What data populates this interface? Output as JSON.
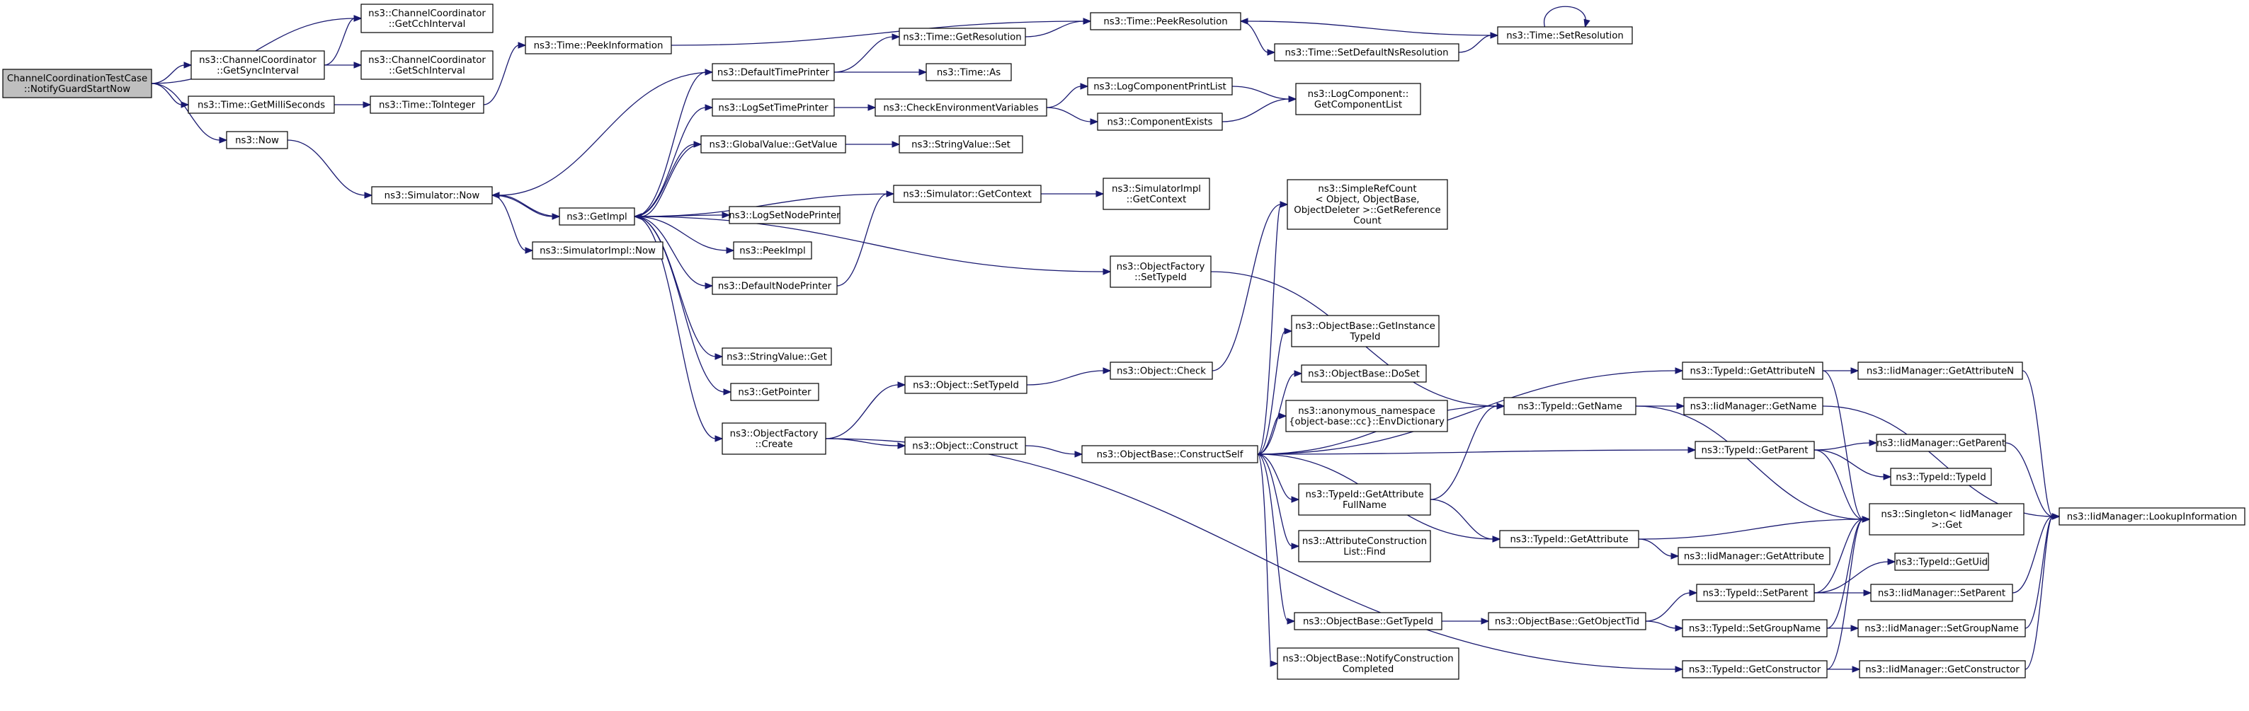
{
  "graph": {
    "nodes": [
      {
        "id": "root",
        "label": [
          "ChannelCoordinationTestCase",
          "::NotifyGuardStartNow"
        ],
        "root": true
      },
      {
        "id": "ccGetCch",
        "label": [
          "ns3::ChannelCoordinator",
          "::GetCchInterval"
        ]
      },
      {
        "id": "ccGetSync",
        "label": [
          "ns3::ChannelCoordinator",
          "::GetSyncInterval"
        ]
      },
      {
        "id": "ccGetSch",
        "label": [
          "ns3::ChannelCoordinator",
          "::GetSchInterval"
        ]
      },
      {
        "id": "getMilli",
        "label": [
          "ns3::Time::GetMilliSeconds"
        ]
      },
      {
        "id": "toInteger",
        "label": [
          "ns3::Time::ToInteger"
        ]
      },
      {
        "id": "now",
        "label": [
          "ns3::Now"
        ]
      },
      {
        "id": "peekInfo",
        "label": [
          "ns3::Time::PeekInformation"
        ]
      },
      {
        "id": "simNow",
        "label": [
          "ns3::Simulator::Now"
        ]
      },
      {
        "id": "getImpl",
        "label": [
          "ns3::GetImpl"
        ]
      },
      {
        "id": "simImplNow",
        "label": [
          "ns3::SimulatorImpl::Now"
        ]
      },
      {
        "id": "defTimePrinter",
        "label": [
          "ns3::DefaultTimePrinter"
        ]
      },
      {
        "id": "getRes",
        "label": [
          "ns3::Time::GetResolution"
        ]
      },
      {
        "id": "timeAs",
        "label": [
          "ns3::Time::As"
        ]
      },
      {
        "id": "peekRes",
        "label": [
          "ns3::Time::PeekResolution"
        ]
      },
      {
        "id": "setDefRes",
        "label": [
          "ns3::Time::SetDefaultNsResolution"
        ]
      },
      {
        "id": "setRes",
        "label": [
          "ns3::Time::SetResolution"
        ]
      },
      {
        "id": "logSetTime",
        "label": [
          "ns3::LogSetTimePrinter"
        ]
      },
      {
        "id": "checkEnv",
        "label": [
          "ns3::CheckEnvironmentVariables"
        ]
      },
      {
        "id": "logCompPrint",
        "label": [
          "ns3::LogComponentPrintList"
        ]
      },
      {
        "id": "compExists",
        "label": [
          "ns3::ComponentExists"
        ]
      },
      {
        "id": "getCompList",
        "label": [
          "ns3::LogComponent::",
          "GetComponentList"
        ]
      },
      {
        "id": "gvGetValue",
        "label": [
          "ns3::GlobalValue::GetValue"
        ]
      },
      {
        "id": "svSet",
        "label": [
          "ns3::StringValue::Set"
        ]
      },
      {
        "id": "simGetCtx",
        "label": [
          "ns3::Simulator::GetContext"
        ]
      },
      {
        "id": "simImplGetCtx",
        "label": [
          "ns3::SimulatorImpl",
          "::GetContext"
        ]
      },
      {
        "id": "logSetNode",
        "label": [
          "ns3::LogSetNodePrinter"
        ]
      },
      {
        "id": "peekImpl",
        "label": [
          "ns3::PeekImpl"
        ]
      },
      {
        "id": "defNodePrinter",
        "label": [
          "ns3::DefaultNodePrinter"
        ]
      },
      {
        "id": "refCount",
        "label": [
          "ns3::SimpleRefCount",
          "< Object, ObjectBase,",
          "ObjectDeleter >::GetReference",
          "Count"
        ]
      },
      {
        "id": "ofSetTypeId",
        "label": [
          "ns3::ObjectFactory",
          "::SetTypeId"
        ]
      },
      {
        "id": "svGet",
        "label": [
          "ns3::StringValue::Get"
        ]
      },
      {
        "id": "getPointer",
        "label": [
          "ns3::GetPointer"
        ]
      },
      {
        "id": "objSetTypeId",
        "label": [
          "ns3::Object::SetTypeId"
        ]
      },
      {
        "id": "objCheck",
        "label": [
          "ns3::Object::Check"
        ]
      },
      {
        "id": "ofCreate",
        "label": [
          "ns3::ObjectFactory",
          "::Create"
        ]
      },
      {
        "id": "objConstruct",
        "label": [
          "ns3::Object::Construct"
        ]
      },
      {
        "id": "obConstructSelf",
        "label": [
          "ns3::ObjectBase::ConstructSelf"
        ]
      },
      {
        "id": "obGetInstTid",
        "label": [
          "ns3::ObjectBase::GetInstance",
          "TypeId"
        ]
      },
      {
        "id": "obDoSet",
        "label": [
          "ns3::ObjectBase::DoSet"
        ]
      },
      {
        "id": "anonEnvDict",
        "label": [
          "ns3::anonymous_namespace",
          "{object-base::cc}::EnvDictionary"
        ]
      },
      {
        "id": "tidGetAttrFullName",
        "label": [
          "ns3::TypeId::GetAttribute",
          "FullName"
        ]
      },
      {
        "id": "acListFind",
        "label": [
          "ns3::AttributeConstruction",
          "List::Find"
        ]
      },
      {
        "id": "obGetTid",
        "label": [
          "ns3::ObjectBase::GetTypeId"
        ]
      },
      {
        "id": "obNotifyConstr",
        "label": [
          "ns3::ObjectBase::NotifyConstruction",
          "Completed"
        ]
      },
      {
        "id": "tidGetName",
        "label": [
          "ns3::TypeId::GetName"
        ]
      },
      {
        "id": "tidGetAttr",
        "label": [
          "ns3::TypeId::GetAttribute"
        ]
      },
      {
        "id": "obGetObjTid",
        "label": [
          "ns3::ObjectBase::GetObjectTid"
        ]
      },
      {
        "id": "tidGetAttrN",
        "label": [
          "ns3::TypeId::GetAttributeN"
        ]
      },
      {
        "id": "iidGetName",
        "label": [
          "ns3::IidManager::GetName"
        ]
      },
      {
        "id": "tidGetParent",
        "label": [
          "ns3::TypeId::GetParent"
        ]
      },
      {
        "id": "iidGetAttr",
        "label": [
          "ns3::IidManager::GetAttribute"
        ]
      },
      {
        "id": "tidSetParent",
        "label": [
          "ns3::TypeId::SetParent"
        ]
      },
      {
        "id": "tidSetGroupName",
        "label": [
          "ns3::TypeId::SetGroupName"
        ]
      },
      {
        "id": "tidGetConstructor",
        "label": [
          "ns3::TypeId::GetConstructor"
        ]
      },
      {
        "id": "iidGetAttrN",
        "label": [
          "ns3::IidManager::GetAttributeN"
        ]
      },
      {
        "id": "iidGetParent",
        "label": [
          "ns3::IidManager::GetParent"
        ]
      },
      {
        "id": "tidTypeId",
        "label": [
          "ns3::TypeId::TypeId"
        ]
      },
      {
        "id": "singletonGet",
        "label": [
          "ns3::Singleton< IidManager",
          ">::Get"
        ]
      },
      {
        "id": "tidGetUid",
        "label": [
          "ns3::TypeId::GetUid"
        ]
      },
      {
        "id": "iidSetParent",
        "label": [
          "ns3::IidManager::SetParent"
        ]
      },
      {
        "id": "iidSetGroupName",
        "label": [
          "ns3::IidManager::SetGroupName"
        ]
      },
      {
        "id": "iidGetConstructor",
        "label": [
          "ns3::IidManager::GetConstructor"
        ]
      },
      {
        "id": "iidLookup",
        "label": [
          "ns3::IidManager::LookupInformation"
        ]
      }
    ],
    "edges": [
      [
        "root",
        "ccGetCch"
      ],
      [
        "root",
        "ccGetSync"
      ],
      [
        "root",
        "getMilli"
      ],
      [
        "root",
        "now"
      ],
      [
        "ccGetSync",
        "ccGetCch"
      ],
      [
        "ccGetSync",
        "ccGetSch"
      ],
      [
        "getMilli",
        "toInteger"
      ],
      [
        "toInteger",
        "peekInfo"
      ],
      [
        "peekInfo",
        "peekRes"
      ],
      [
        "now",
        "simNow"
      ],
      [
        "simNow",
        "getImpl"
      ],
      [
        "simNow",
        "simImplNow"
      ],
      [
        "getImpl",
        "simNow"
      ],
      [
        "getImpl",
        "defTimePrinter"
      ],
      [
        "getImpl",
        "logSetTime"
      ],
      [
        "getImpl",
        "gvGetValue"
      ],
      [
        "getImpl",
        "logSetNode"
      ],
      [
        "getImpl",
        "peekImpl"
      ],
      [
        "getImpl",
        "defNodePrinter"
      ],
      [
        "getImpl",
        "ofSetTypeId"
      ],
      [
        "getImpl",
        "svGet"
      ],
      [
        "getImpl",
        "getPointer"
      ],
      [
        "getImpl",
        "ofCreate"
      ],
      [
        "defTimePrinter",
        "simNow"
      ],
      [
        "defTimePrinter",
        "getRes"
      ],
      [
        "defTimePrinter",
        "timeAs"
      ],
      [
        "getRes",
        "peekRes"
      ],
      [
        "peekRes",
        "setDefRes"
      ],
      [
        "setDefRes",
        "setRes"
      ],
      [
        "setRes",
        "setRes"
      ],
      [
        "setRes",
        "peekRes"
      ],
      [
        "logSetTime",
        "checkEnv"
      ],
      [
        "checkEnv",
        "logCompPrint"
      ],
      [
        "checkEnv",
        "compExists"
      ],
      [
        "logCompPrint",
        "getCompList"
      ],
      [
        "compExists",
        "getCompList"
      ],
      [
        "gvGetValue",
        "svSet"
      ],
      [
        "gvGetValue",
        "getImpl"
      ],
      [
        "simGetCtx",
        "getImpl"
      ],
      [
        "simGetCtx",
        "simImplGetCtx"
      ],
      [
        "defNodePrinter",
        "simGetCtx"
      ],
      [
        "ofSetTypeId",
        "tidGetName"
      ],
      [
        "ofCreate",
        "objSetTypeId"
      ],
      [
        "ofCreate",
        "objConstruct"
      ],
      [
        "ofCreate",
        "tidGetConstructor"
      ],
      [
        "objSetTypeId",
        "objCheck"
      ],
      [
        "objCheck",
        "refCount"
      ],
      [
        "objConstruct",
        "obConstructSelf"
      ],
      [
        "obConstructSelf",
        "refCount"
      ],
      [
        "obConstructSelf",
        "obGetInstTid"
      ],
      [
        "obConstructSelf",
        "obDoSet"
      ],
      [
        "obConstructSelf",
        "anonEnvDict"
      ],
      [
        "obConstructSelf",
        "tidGetAttrFullName"
      ],
      [
        "obConstructSelf",
        "acListFind"
      ],
      [
        "obConstructSelf",
        "obGetTid"
      ],
      [
        "obConstructSelf",
        "obNotifyConstr"
      ],
      [
        "obConstructSelf",
        "tidGetName"
      ],
      [
        "obConstructSelf",
        "tidGetAttr"
      ],
      [
        "obConstructSelf",
        "tidGetAttrN"
      ],
      [
        "obConstructSelf",
        "tidGetParent"
      ],
      [
        "tidGetAttrFullName",
        "tidGetName"
      ],
      [
        "tidGetAttrFullName",
        "tidGetAttr"
      ],
      [
        "obGetTid",
        "obGetObjTid"
      ],
      [
        "tidGetName",
        "iidGetName"
      ],
      [
        "tidGetName",
        "singletonGet"
      ],
      [
        "tidGetAttr",
        "iidGetAttr"
      ],
      [
        "tidGetAttr",
        "singletonGet"
      ],
      [
        "obGetObjTid",
        "tidSetParent"
      ],
      [
        "obGetObjTid",
        "tidSetGroupName"
      ],
      [
        "tidGetAttrN",
        "iidGetAttrN"
      ],
      [
        "tidGetAttrN",
        "singletonGet"
      ],
      [
        "tidGetParent",
        "iidGetParent"
      ],
      [
        "tidGetParent",
        "tidTypeId"
      ],
      [
        "tidGetParent",
        "singletonGet"
      ],
      [
        "tidSetParent",
        "tidGetUid"
      ],
      [
        "tidSetParent",
        "iidSetParent"
      ],
      [
        "tidSetParent",
        "singletonGet"
      ],
      [
        "tidSetGroupName",
        "iidSetGroupName"
      ],
      [
        "tidSetGroupName",
        "singletonGet"
      ],
      [
        "tidGetConstructor",
        "iidGetConstructor"
      ],
      [
        "tidGetConstructor",
        "singletonGet"
      ],
      [
        "iidGetName",
        "iidLookup"
      ],
      [
        "iidGetAttrN",
        "iidLookup"
      ],
      [
        "iidGetParent",
        "iidLookup"
      ],
      [
        "iidSetParent",
        "iidLookup"
      ],
      [
        "iidSetGroupName",
        "iidLookup"
      ],
      [
        "iidGetConstructor",
        "iidLookup"
      ]
    ]
  }
}
